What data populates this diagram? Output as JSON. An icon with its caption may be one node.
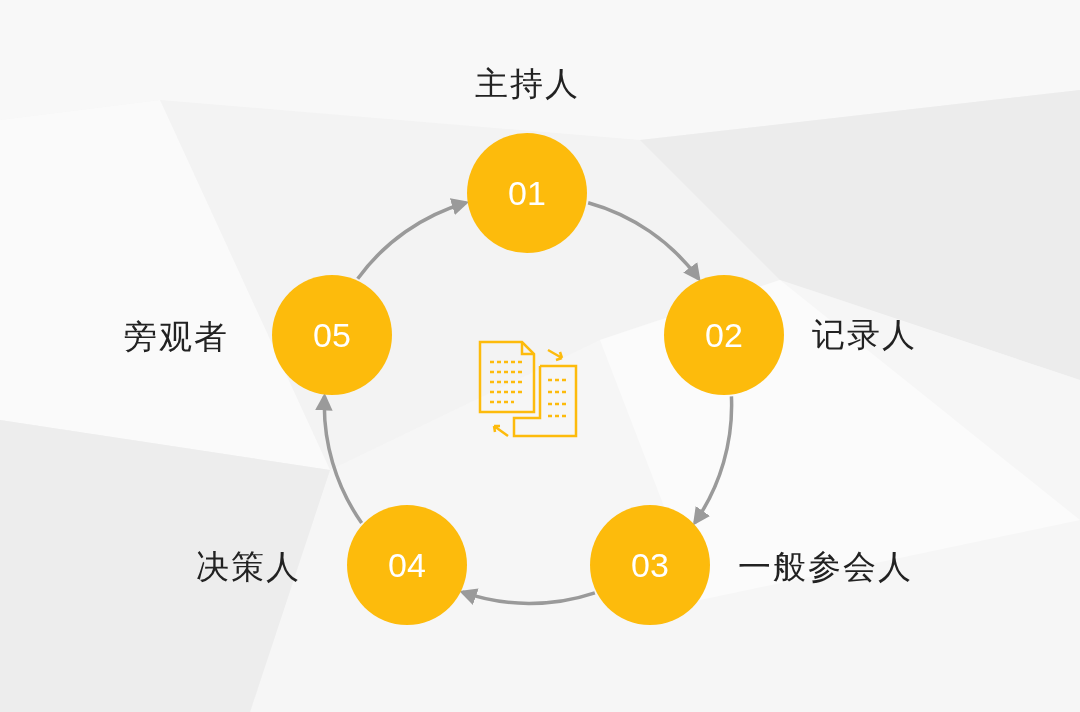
{
  "diagram": {
    "nodes": [
      {
        "text": [
          "01"
        ],
        "beside": [
          "主持人"
        ]
      },
      {
        "text": [
          "02"
        ],
        "beside": [
          "记录人"
        ]
      },
      {
        "text": [
          "03"
        ],
        "beside": [
          "一般参会人"
        ]
      },
      {
        "text": [
          "04"
        ],
        "beside": [
          "决策人"
        ]
      },
      {
        "text": [
          "05"
        ],
        "beside": [
          "旁观者"
        ]
      }
    ],
    "edges": [
      {
        "from": 0,
        "to": 1,
        "arrow": "to"
      },
      {
        "from": 1,
        "to": 2,
        "arrow": "to"
      },
      {
        "from": 2,
        "to": 3,
        "arrow": "to"
      },
      {
        "from": 3,
        "to": 4,
        "arrow": "to"
      },
      {
        "from": 4,
        "to": 0,
        "arrow": "to"
      }
    ]
  }
}
